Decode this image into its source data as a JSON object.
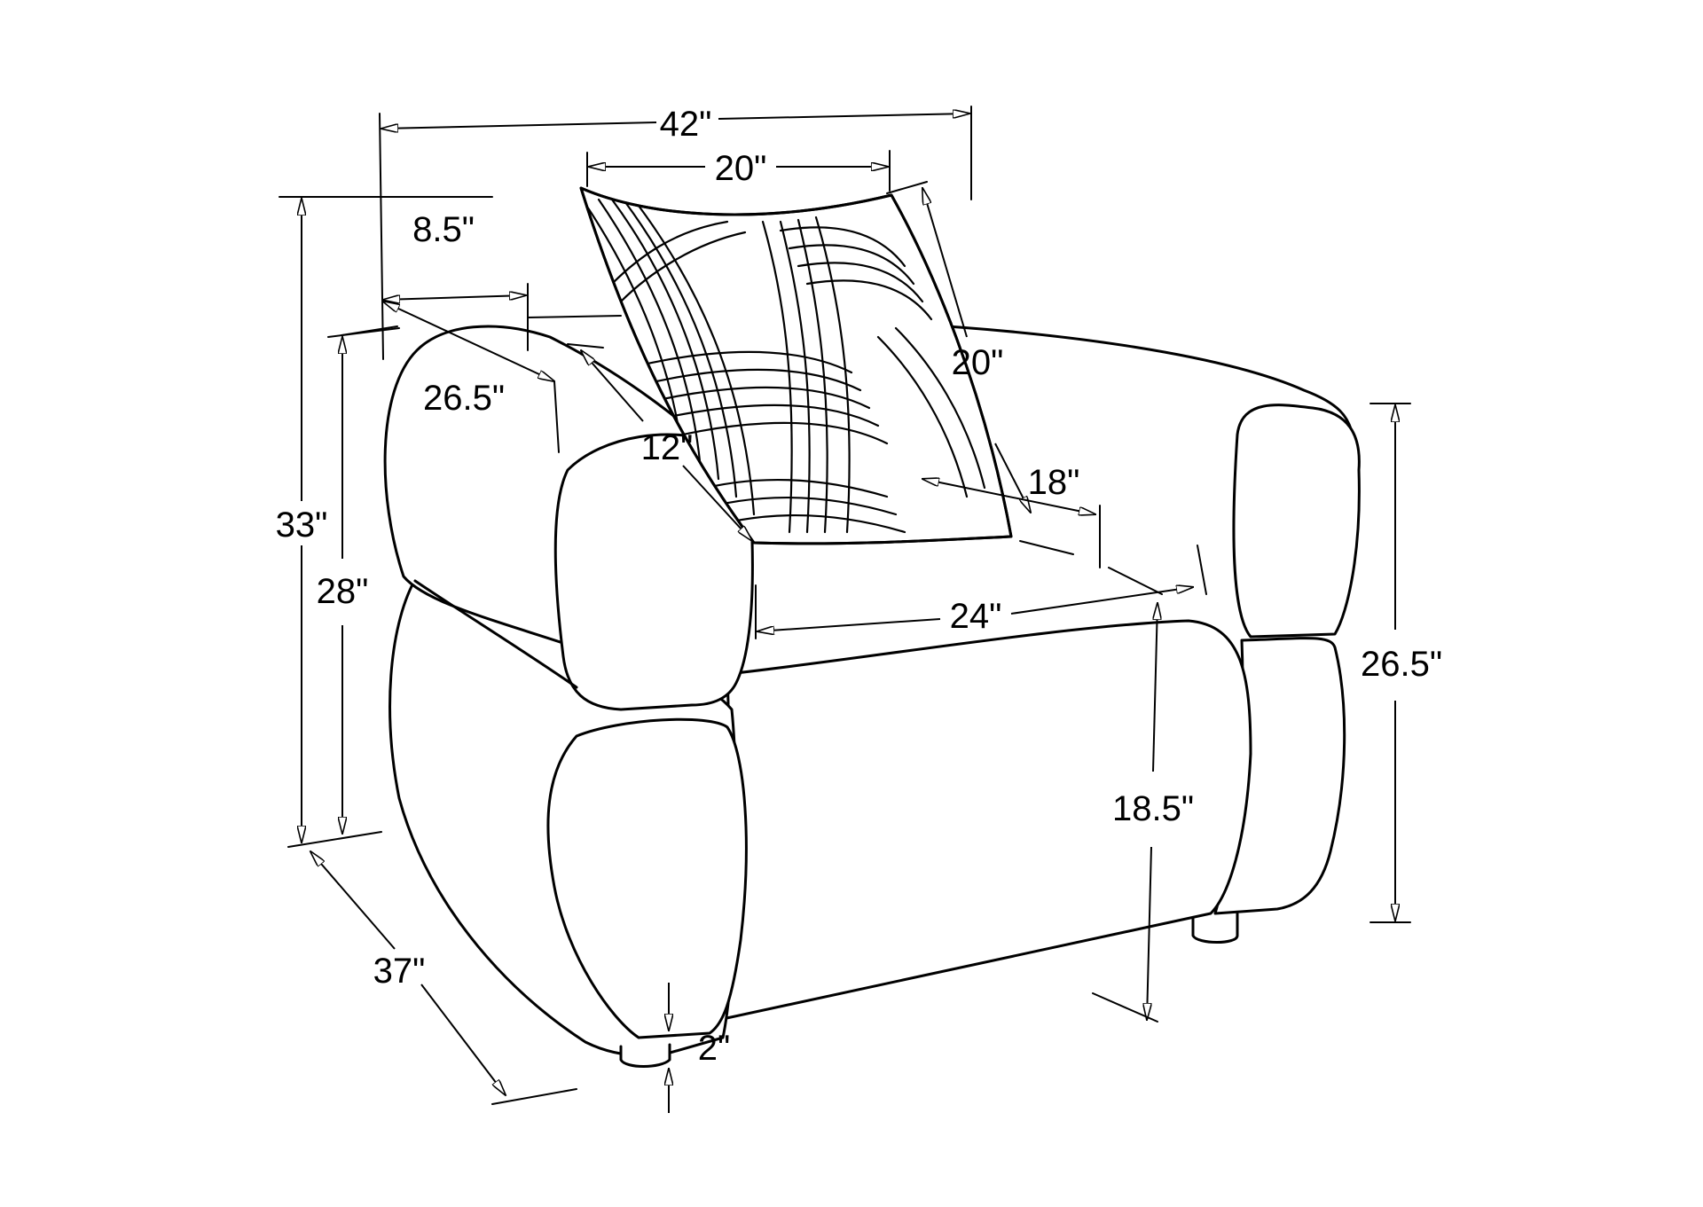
{
  "diagram": {
    "background": "#ffffff",
    "line_color": "#000000",
    "dimensions": {
      "overall_width": "42\"",
      "pillow_width": "20\"",
      "arm_width": "8.5\"",
      "arm_depth": "26.5\"",
      "arm_height_inner": "12\"",
      "pillow_height": "20\"",
      "back_height_inner": "18\"",
      "overall_height": "33\"",
      "arm_height": "28\"",
      "seat_width": "24\"",
      "back_height": "26.5\"",
      "seat_height": "18.5\"",
      "overall_depth": "37\"",
      "leg_height": "2\""
    }
  }
}
